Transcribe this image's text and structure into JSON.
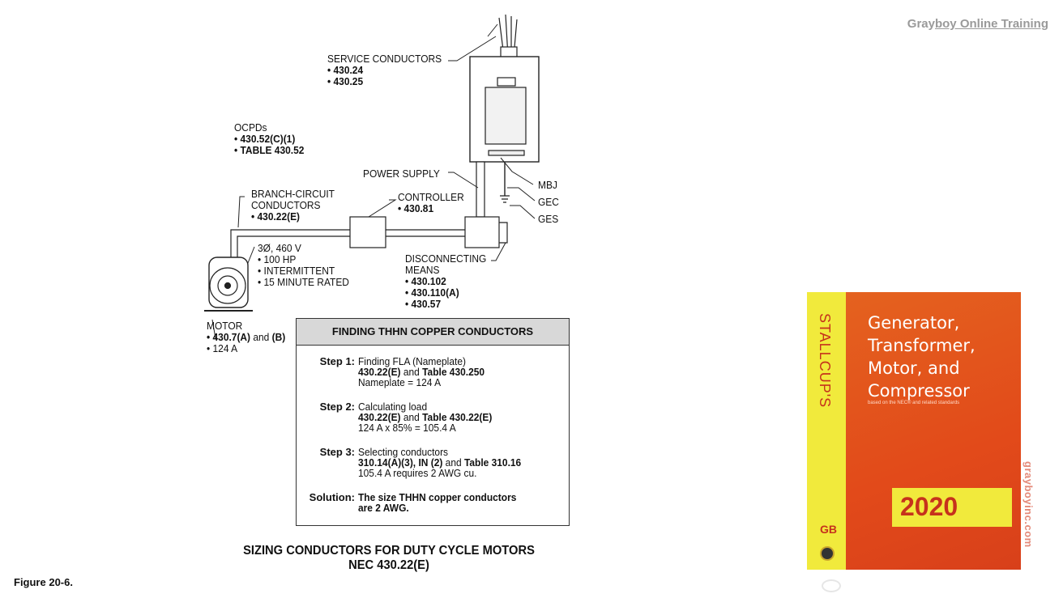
{
  "brand": {
    "text_1": "Gray",
    "text_2": "boy Online Training"
  },
  "labels": {
    "service_conductors": "SERVICE CONDUCTORS",
    "service_refs": [
      "• 430.24",
      "• 430.25"
    ],
    "ocpds": "OCPDs",
    "ocpd_refs": [
      "• 430.52(C)(1)",
      "• TABLE 430.52"
    ],
    "power_supply": "POWER SUPPLY",
    "mbj": "MBJ",
    "gec": "GEC",
    "ges": "GES",
    "branch_circuit": [
      "BRANCH-CIRCUIT",
      "CONDUCTORS"
    ],
    "branch_ref": "• 430.22(E)",
    "controller": "CONTROLLER",
    "controller_ref": "• 430.81",
    "motor_specs": [
      "3Ø, 460 V",
      "• 100 HP",
      "• INTERMITTENT",
      "• 15 MINUTE RATED"
    ],
    "disconnecting": [
      "DISCONNECTING",
      "MEANS"
    ],
    "disconnect_refs": [
      "• 430.102",
      "• 430.110(A)",
      "• 430.57"
    ],
    "motor": "MOTOR",
    "motor_ref_bold_a": "• 430.7(A)",
    "motor_ref_and": " and ",
    "motor_ref_bold_b": "(B)",
    "motor_current": "• 124 A"
  },
  "calc_box": {
    "title": "FINDING THHN COPPER CONDUCTORS",
    "steps": [
      {
        "label": "Step 1:",
        "line1": "Finding FLA (Nameplate)",
        "line2_b1": "430.22(E)",
        "line2_mid": " and ",
        "line2_b2": "Table 430.250",
        "line3": "Nameplate = 124 A"
      },
      {
        "label": "Step 2:",
        "line1": "Calculating load",
        "line2_b1": "430.22(E)",
        "line2_mid": " and ",
        "line2_b2": "Table 430.22(E)",
        "line3": "124 A x 85% = 105.4 A"
      },
      {
        "label": "Step 3:",
        "line1": "Selecting conductors",
        "line2_b1": "310.14(A)(3), IN (2)",
        "line2_mid": " and ",
        "line2_b2": "Table 310.16",
        "line3": "105.4 A requires 2 AWG cu."
      }
    ],
    "solution_label": "Solution:",
    "solution_lines": [
      "The size THHN copper conductors",
      "are 2 AWG."
    ]
  },
  "caption": [
    "SIZING CONDUCTORS FOR DUTY CYCLE MOTORS",
    "NEC 430.22(E)"
  ],
  "figure_number": "Figure 20-6.",
  "book": {
    "vertical_title": "STALLCUP'S",
    "title_lines": [
      "Generator,",
      "Transformer,",
      "Motor, and",
      "Compressor"
    ],
    "subtitle": "based on the NEC® and related standards",
    "year": "2020",
    "logo": "GB",
    "colors": {
      "cover": "#e55a1b",
      "spine": "#f1ea3c",
      "accent": "#c6321c"
    }
  },
  "watermark": "grayboyinc.com"
}
